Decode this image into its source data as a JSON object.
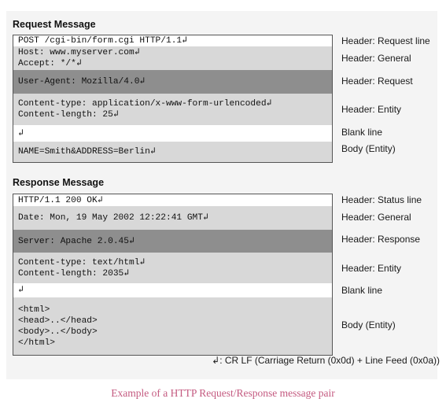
{
  "request": {
    "title": "Request Message",
    "rows": [
      {
        "lines": [
          "POST /cgi-bin/form.cgi HTTP/1.1↲"
        ],
        "label": "Header: Request line"
      },
      {
        "lines": [
          "Host: www.myserver.com↲",
          "Accept: */*↲"
        ],
        "label": "Header: General"
      },
      {
        "lines": [
          "User-Agent: Mozilla/4.0↲"
        ],
        "label": "Header: Request"
      },
      {
        "lines": [
          "Content-type: application/x-www-form-urlencoded↲",
          "Content-length: 25↲"
        ],
        "label": "Header: Entity"
      },
      {
        "lines": [
          "↲"
        ],
        "label": "Blank line"
      },
      {
        "lines": [
          "NAME=Smith&ADDRESS=Berlin↲"
        ],
        "label": "Body (Entity)"
      }
    ]
  },
  "response": {
    "title": "Response Message",
    "rows": [
      {
        "lines": [
          "HTTP/1.1 200 OK↲"
        ],
        "label": "Header: Status line"
      },
      {
        "lines": [
          "Date: Mon, 19 May 2002 12:22:41 GMT↲"
        ],
        "label": "Header: General"
      },
      {
        "lines": [
          "Server: Apache 2.0.45↲"
        ],
        "label": "Header: Response"
      },
      {
        "lines": [
          "Content-type: text/html↲",
          "Content-length: 2035↲"
        ],
        "label": "Header: Entity"
      },
      {
        "lines": [
          "↲"
        ],
        "label": "Blank line"
      },
      {
        "lines": [
          "<html>",
          "<head>..</head>",
          "<body>..</body>",
          "</html>"
        ],
        "label": "Body (Entity)"
      }
    ]
  },
  "footnote": "↲: CR LF (Carriage Return (0x0d) + Line Feed (0x0a))",
  "caption": "Example of a HTTP Request/Response message pair",
  "colors": {
    "row_white": "#ffffff",
    "row_light": "#d8d8d8",
    "row_dark": "#8e8e8e",
    "caption": "#c45a80"
  }
}
